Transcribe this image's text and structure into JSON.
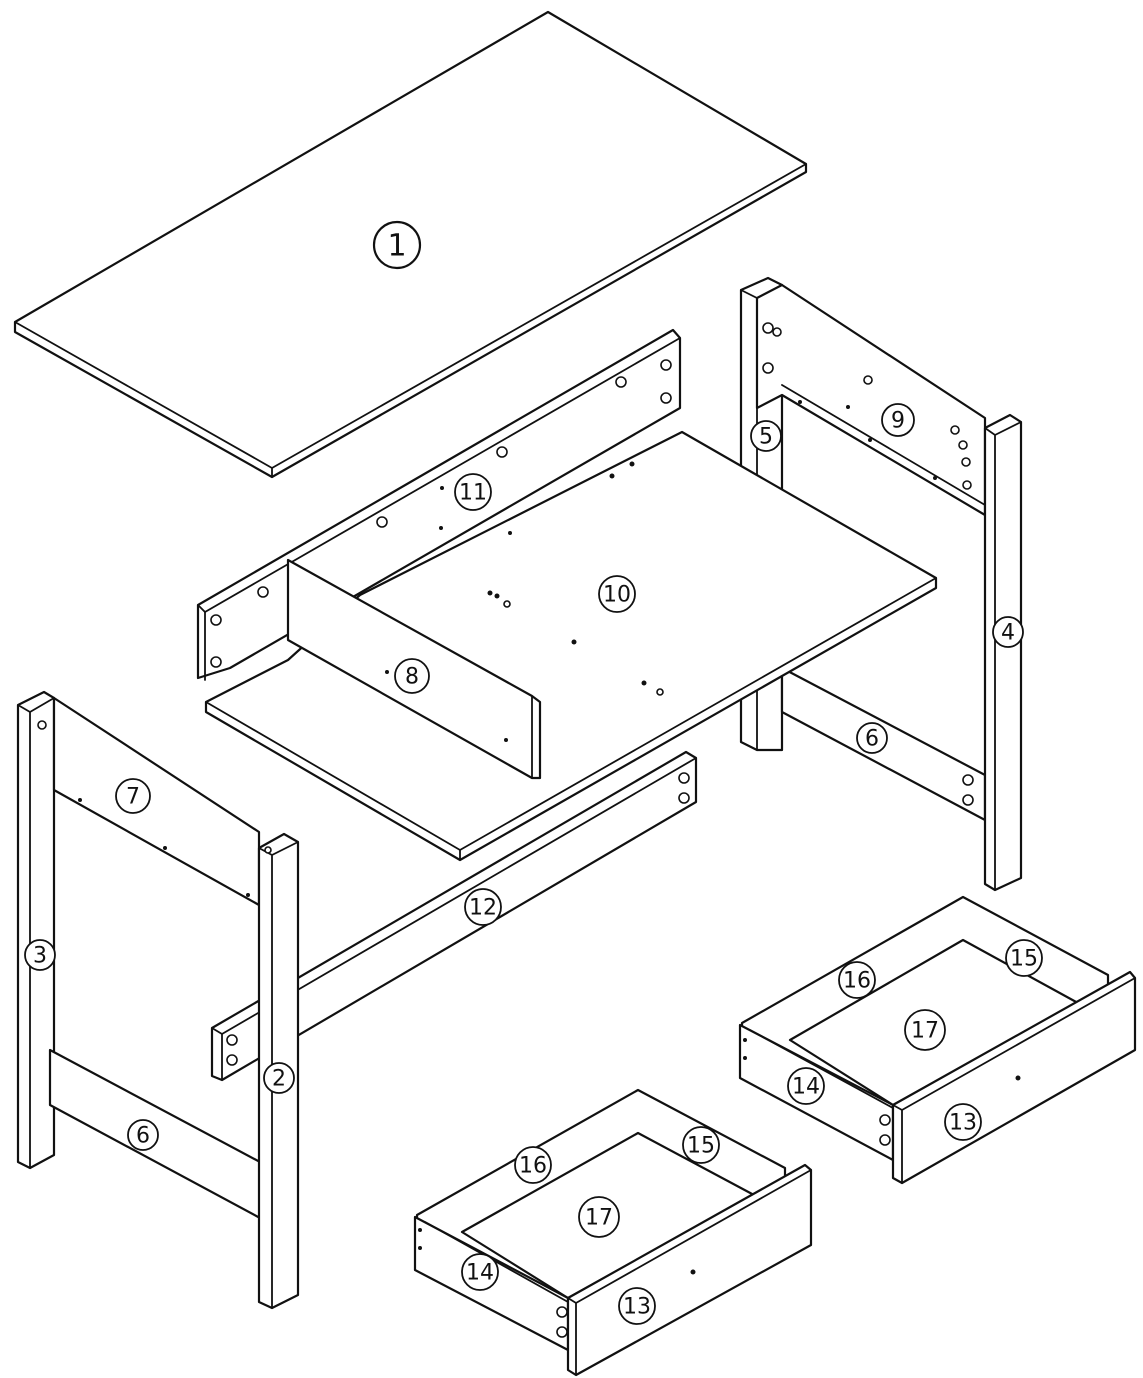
{
  "callouts": {
    "p1": "1",
    "p2": "2",
    "p3": "3",
    "p4": "4",
    "p5": "5",
    "p6a": "6",
    "p6b": "6",
    "p7": "7",
    "p8": "8",
    "p9": "9",
    "p10": "10",
    "p11": "11",
    "p12": "12",
    "p13a": "13",
    "p13b": "13",
    "p14a": "14",
    "p14b": "14",
    "p15a": "15",
    "p15b": "15",
    "p16a": "16",
    "p16b": "16",
    "p17a": "17",
    "p17b": "17"
  }
}
